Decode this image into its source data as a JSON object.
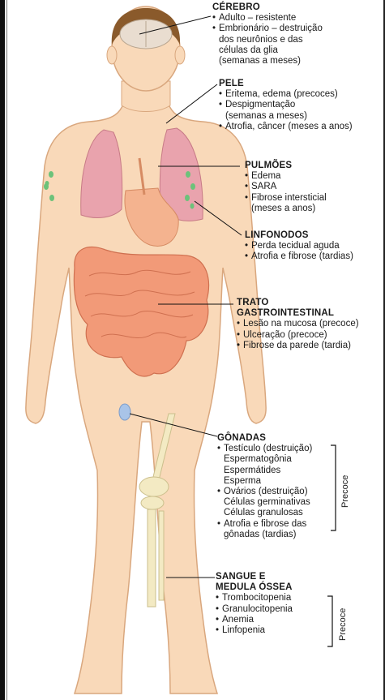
{
  "colors": {
    "skin": "#f9d9b9",
    "skin_outline": "#d9a77e",
    "lung": "#e9a3ad",
    "stomach": "#f4b38f",
    "intestine": "#f29a78",
    "lymph": "#6cc27a",
    "bone": "#f3eac3",
    "gonad": "#a9c4e8",
    "hair": "#8a5a2b"
  },
  "sections": {
    "cerebro": {
      "title": "CÉREBRO",
      "items": [
        "Adulto – resistente",
        "Embrionário – destruição"
      ],
      "continuation": [
        "dos neurônios e das",
        "células da glia",
        "(semanas a meses)"
      ]
    },
    "pele": {
      "title": "PELE",
      "items": [
        "Eritema, edema (precoces)",
        "Despigmentação"
      ],
      "despig_cont": "(semanas a meses)",
      "item3": "Atrofia, câncer (meses a anos)"
    },
    "pulmoes": {
      "title": "PULMÕES",
      "items": [
        "Edema",
        "SARA",
        "Fibrose intersticial"
      ],
      "cont": "(meses a anos)"
    },
    "linfonodos": {
      "title": "LINFONODOS",
      "items": [
        "Perda tecidual aguda",
        "Atrofia e fibrose (tardias)"
      ]
    },
    "trato": {
      "title1": "TRATO",
      "title2": "GASTROINTESTINAL",
      "items": [
        "Lesão na mucosa (precoce)",
        "Ulceração (precoce)",
        "Fibrose da parede (tardia)"
      ]
    },
    "gonadas": {
      "title": "GÔNADAS",
      "item1": "Testículo (destruição)",
      "item1_sub": [
        "Espermatogônia",
        "Espermátides",
        "Esperma"
      ],
      "item2": "Ovários (destruição)",
      "item2_sub": [
        "Células germinativas",
        "Células granulosas"
      ],
      "item3": "Atrofia e fibrose das",
      "item3_cont": "gônadas (tardias)",
      "bracket": "Precoce"
    },
    "sangue": {
      "title1": "SANGUE E",
      "title2": "MEDULA ÓSSEA",
      "items": [
        "Trombocitopenia",
        "Granulocitopenia",
        "Anemia",
        "Linfopenia"
      ],
      "bracket": "Precoce"
    }
  }
}
